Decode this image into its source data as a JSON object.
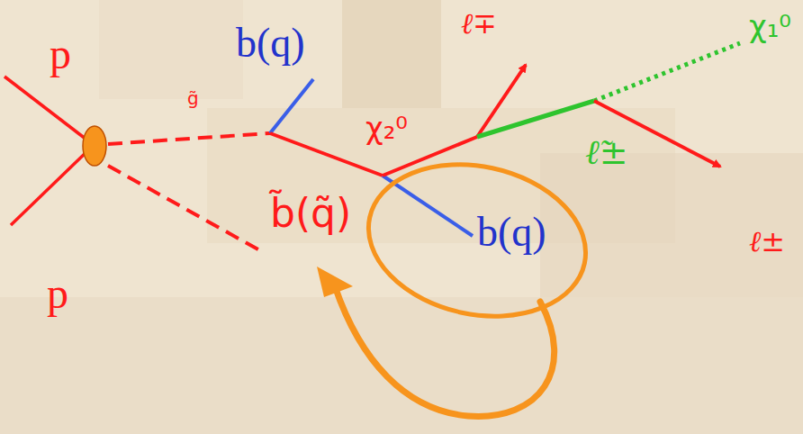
{
  "diagram": {
    "nodes": [
      {
        "text": [
          "b(q)"
        ]
      }
    ],
    "labels": [
      "p",
      "g̃",
      "b(q)",
      "χ₂⁰",
      "ℓ∓",
      "χ₁⁰",
      "ℓ̃±",
      "ℓ±",
      "b̃(q̃)",
      "p"
    ]
  }
}
